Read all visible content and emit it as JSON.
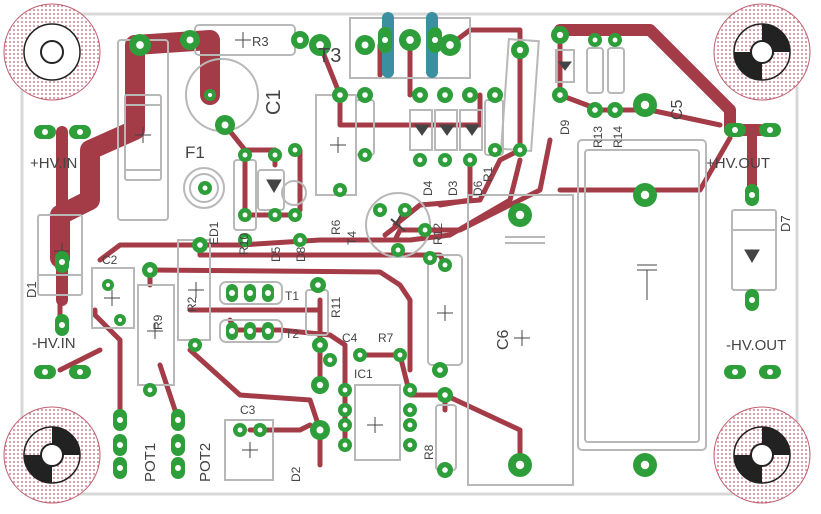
{
  "colors": {
    "background": "#ffffff",
    "outline": "#d8d8d8",
    "silk": "#b8b8b8",
    "copper": "#a43c48",
    "pad": "#2e9e3a",
    "pad_hole": "#ffffff",
    "jumper": "#3a8fa0",
    "mount_hatch": "#c06070",
    "text": "#444444"
  },
  "labels": {
    "t3": "T3",
    "r3": "R3",
    "c1": "C1",
    "f1": "F1",
    "c5": "C5",
    "d9": "D9",
    "r13": "R13",
    "r14": "R14",
    "hv_in_pos": "+HV.IN",
    "hv_in_neg": "-HV.IN",
    "hv_out_pos": "+HV.OUT",
    "hv_out_neg": "-HV.OUT",
    "d1": "D1",
    "d7": "D7",
    "d3": "D3",
    "d4": "D4",
    "d6": "D6",
    "d5": "D5",
    "d8": "D8",
    "d2": "D2",
    "r1": "R1",
    "r2": "R2",
    "r6": "R6",
    "r10": "R10",
    "r11": "R11",
    "r12": "R12",
    "r8": "R8",
    "r9": "R9",
    "r7": "R7",
    "t1": "T1",
    "t2": "T2",
    "t4": "T4",
    "c2": "C2",
    "c3": "C3",
    "c4": "C4",
    "c6": "C6",
    "ic1": "IC1",
    "ed1": "ED1",
    "pot1": "POT1",
    "pot2": "POT2"
  }
}
